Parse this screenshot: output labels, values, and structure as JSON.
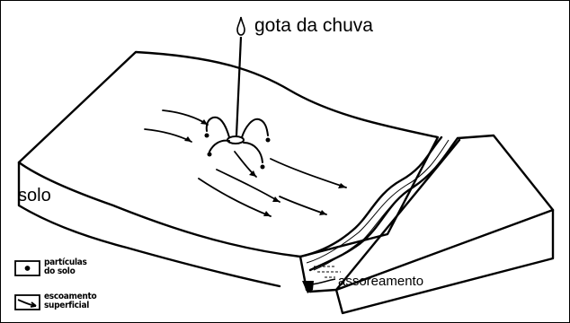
{
  "labels": {
    "raindrop": "gota da chuva",
    "soil": "solo",
    "siltation": "assoreamento"
  },
  "legend": {
    "particles": [
      "partículas",
      "do solo"
    ],
    "runoff": [
      "escoamento",
      "superficial"
    ]
  },
  "colors": {
    "ink": "#000000",
    "paper": "#ffffff"
  }
}
